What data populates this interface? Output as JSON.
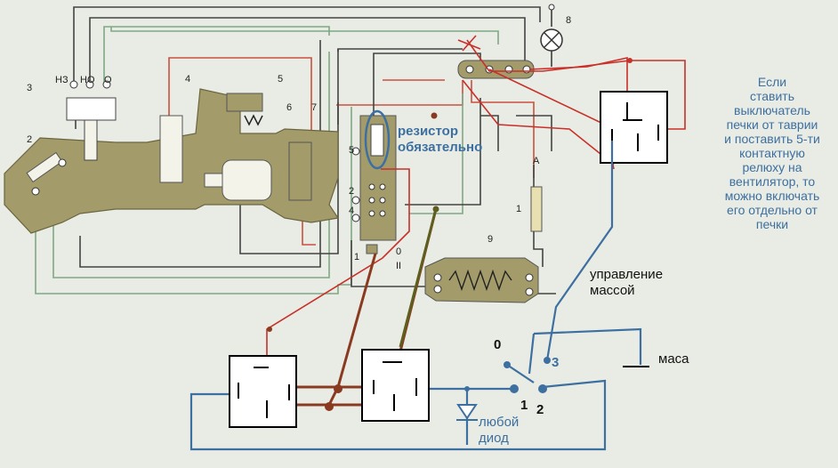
{
  "header_labels": {
    "nz": "НЗ",
    "no": "НО",
    "o": "О"
  },
  "part_numbers": {
    "n1": "1",
    "n2": "2",
    "n3": "3",
    "n4": "4",
    "n5": "5",
    "n6": "6",
    "n7": "7",
    "n8": "8",
    "n9": "9",
    "a": "A"
  },
  "block_numbers": {
    "b5": "5",
    "b2": "2",
    "b4": "4",
    "b1": "1",
    "b0": "0",
    "bII": "II"
  },
  "annotations": {
    "resistor": [
      "резистор",
      "обязательно"
    ],
    "mass_control": [
      "управление",
      "массой"
    ],
    "mass": "маса",
    "diode": [
      "любой",
      "диод"
    ],
    "note": [
      "Если",
      "ставить",
      "выключатель",
      "печки от таврии",
      "и поставить 5-ти",
      "контактную",
      "релюху на",
      "вентилятор, то",
      "можно включать",
      "его отдельно от",
      "печки"
    ]
  },
  "switch_positions": {
    "p0": "0",
    "p1": "1",
    "p2": "2",
    "p3": "3"
  },
  "colors": {
    "blue": "#3d6fa0",
    "red": "#c8302a",
    "brown": "#8a3a20",
    "olive": "#5e5e1e",
    "body": "#a39c6a",
    "wire_dark": "#444",
    "wire_green": "#7fa884",
    "wire_red": "#c95040"
  }
}
